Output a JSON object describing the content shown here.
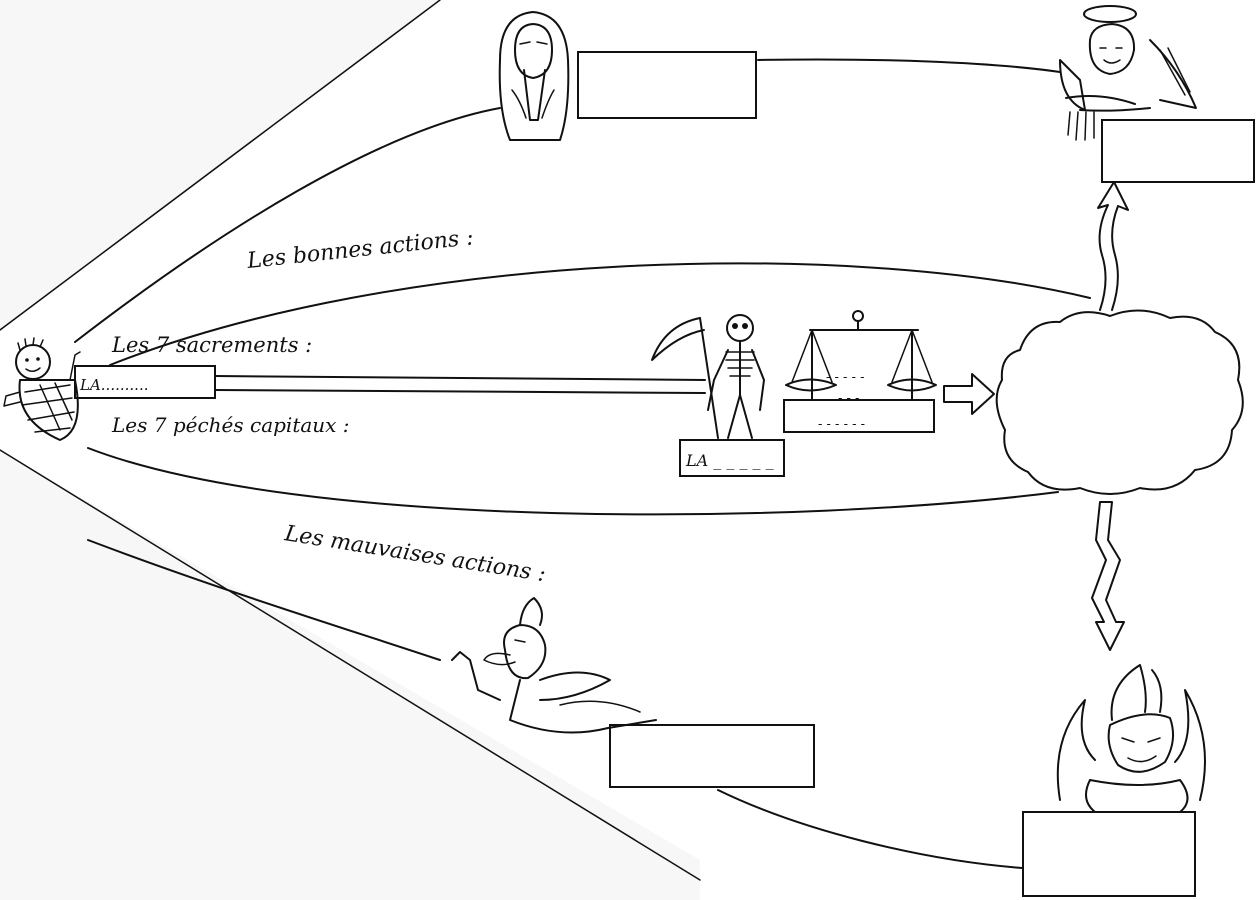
{
  "labels": {
    "bonnes_actions": "Les bonnes actions :",
    "sacrements": "Les 7 sacrements :",
    "peches": "Les 7 péchés capitaux :",
    "mauvaises_actions": "Les mauvaises actions :"
  },
  "fill_in": {
    "baptism_field": "LA..........",
    "death_field": "LA _ _ _ _ _",
    "scale_line_1": "- - - - -",
    "scale_line_2": "- - -",
    "scale_line_3": "- - - - - -"
  },
  "figures": {
    "baby": "baby-icon",
    "praying": "praying-person-icon",
    "angel": "angel-icon",
    "death": "skeleton-reaper-icon",
    "scale": "balance-scale-icon",
    "cloud": "judgment-cloud-icon",
    "devil": "flying-devil-icon",
    "satan": "satan-in-flames-icon"
  }
}
